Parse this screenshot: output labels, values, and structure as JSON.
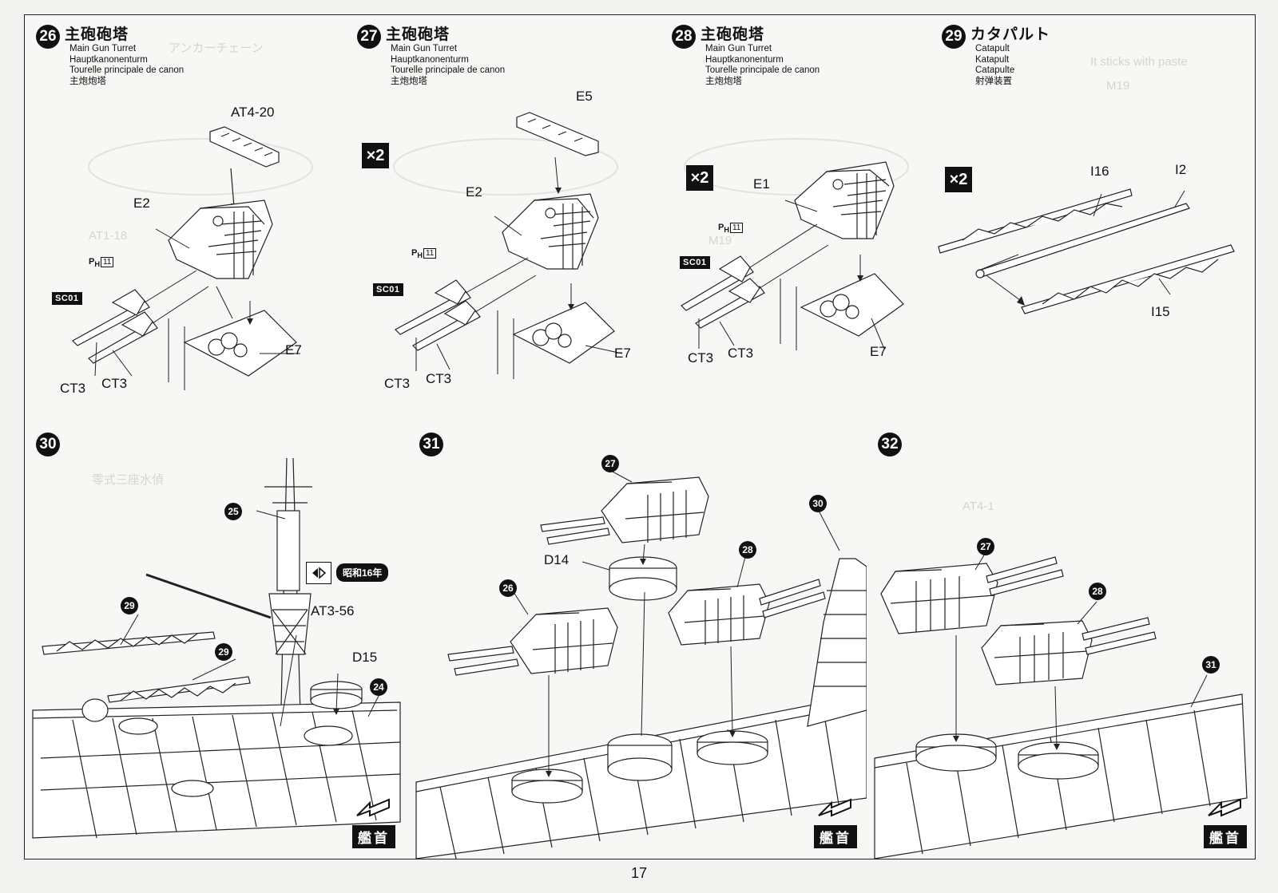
{
  "steps": {
    "s26": {
      "num": "26",
      "title": "主砲砲塔",
      "en": "Main Gun Turret",
      "de": "Hauptkanonenturm",
      "fr": "Tourelle principale de canon",
      "zh": "主炮炮塔",
      "parts": {
        "a": "AT4-20",
        "b": "E2",
        "c": "E7",
        "d": "CT3",
        "e": "CT3"
      },
      "sc": "SC01",
      "ph": "11"
    },
    "s27": {
      "num": "27",
      "title": "主砲砲塔",
      "en": "Main Gun Turret",
      "de": "Hauptkanonenturm",
      "fr": "Tourelle principale de canon",
      "zh": "主炮炮塔",
      "qty": "×2",
      "parts": {
        "a": "E5",
        "b": "E2",
        "c": "E7",
        "d": "CT3",
        "e": "CT3"
      },
      "sc": "SC01",
      "ph": "11"
    },
    "s28": {
      "num": "28",
      "title": "主砲砲塔",
      "en": "Main Gun Turret",
      "de": "Hauptkanonenturm",
      "fr": "Tourelle principale de canon",
      "zh": "主炮炮塔",
      "qty": "×2",
      "parts": {
        "b": "E1",
        "c": "E7",
        "d": "CT3",
        "e": "CT3"
      },
      "sc": "SC01",
      "ph": "11"
    },
    "s29": {
      "num": "29",
      "title": "カタパルト",
      "en": "Catapult",
      "de": "Katapult",
      "fr": "Catapulte",
      "zh": "射弹装置",
      "qty": "×2",
      "parts": {
        "a": "I16",
        "b": "I2",
        "c": "I15"
      }
    },
    "s30": {
      "num": "30",
      "parts": {
        "a": "AT3-56",
        "b": "D15"
      },
      "era": "昭和16年",
      "refs": [
        "25",
        "29",
        "29",
        "24"
      ],
      "bow": "艦首"
    },
    "s31": {
      "num": "31",
      "parts": {
        "a": "D14"
      },
      "refs": [
        "27",
        "26",
        "28",
        "30"
      ],
      "bow": "艦首"
    },
    "s32": {
      "num": "32",
      "refs": [
        "27",
        "28",
        "31"
      ],
      "bow": "艦首"
    }
  },
  "ph_prefix": "P",
  "ph_sub": "H",
  "page_number": "17",
  "icons": {
    "x2": "quantity-badge",
    "bow": "bow-arrow-icon",
    "flip": "flip-icon"
  },
  "colors": {
    "ink": "#111111",
    "paper": "#f6f6f4",
    "ghost": "#d4d4d0"
  }
}
